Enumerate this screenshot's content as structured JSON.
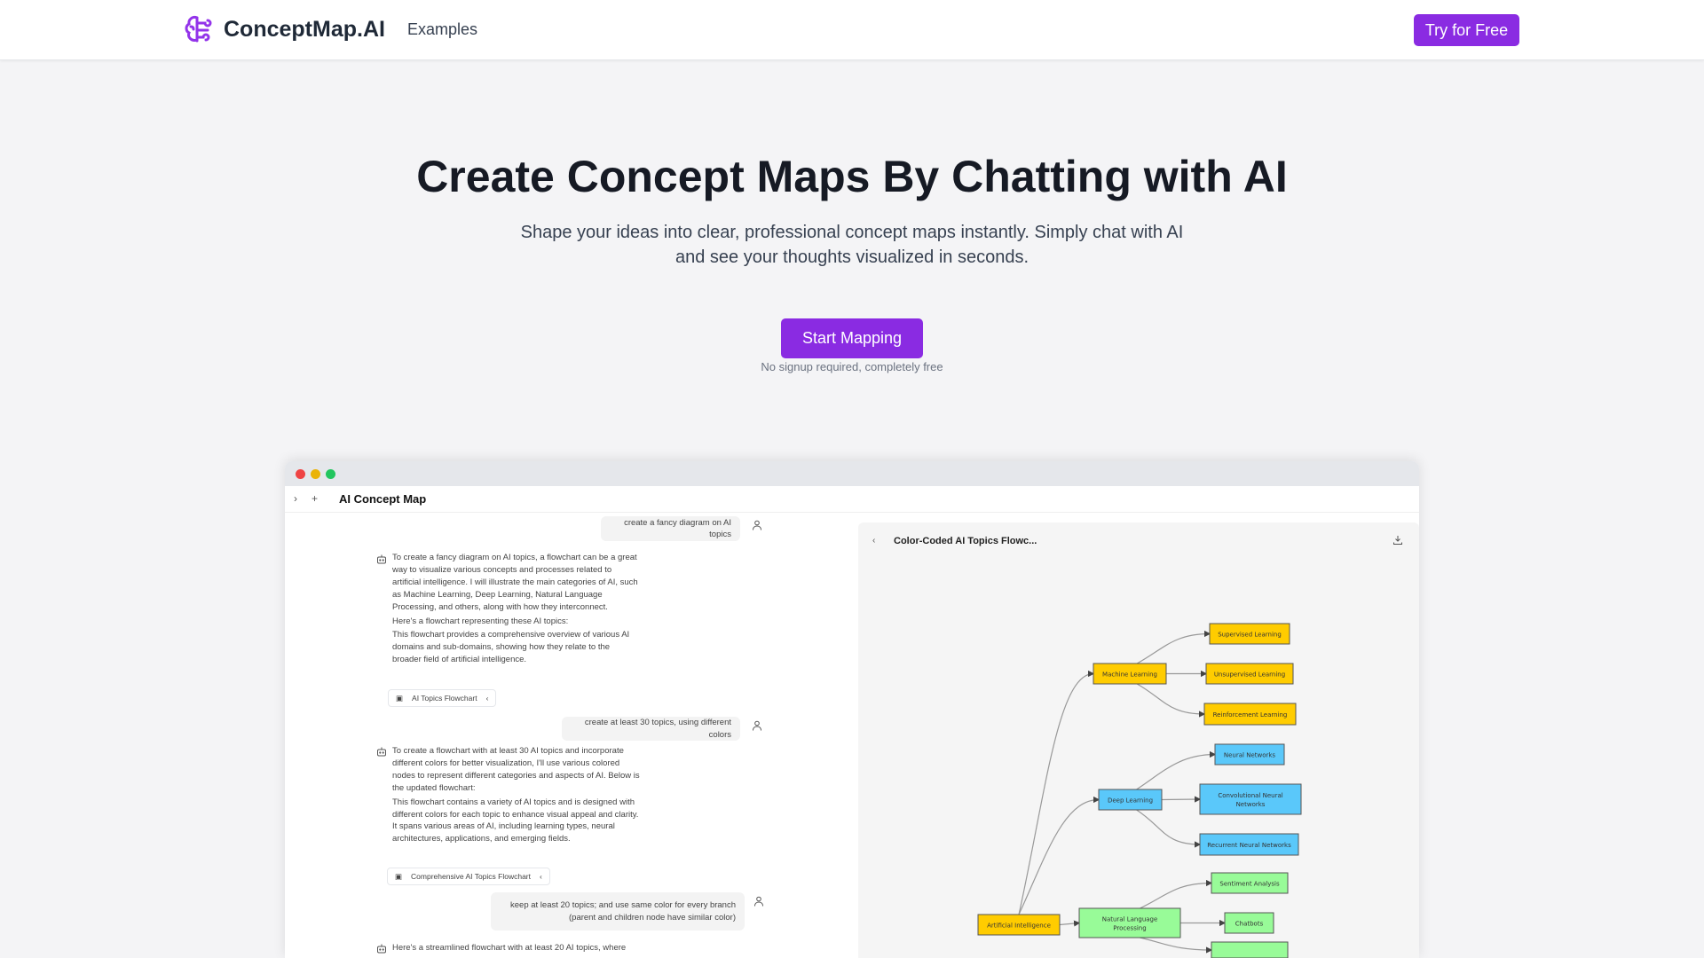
{
  "nav": {
    "brand": "ConceptMap.AI",
    "links": [
      "Examples"
    ],
    "cta": "Try for Free",
    "logo_icon": "brain-icon",
    "accent": "#8a2be2"
  },
  "hero": {
    "title": "Create Concept Maps By Chatting with AI",
    "subtitle_lines": [
      "Shape your ideas into clear, professional concept maps instantly. Simply chat with AI",
      "and see your thoughts visualized in seconds."
    ],
    "cta": "Start Mapping",
    "note": "No signup required, completely free"
  },
  "app": {
    "title": "AI Concept Map",
    "chat": [
      {
        "role": "user",
        "text": "create a fancy diagram on AI topics"
      },
      {
        "role": "bot",
        "paragraphs": [
          "To create a fancy diagram on AI topics, a flowchart can be a great way to visualize various concepts and processes related to artificial intelligence. I will illustrate the main categories of AI, such as Machine Learning, Deep Learning, Natural Language Processing, and others, along with how they interconnect.",
          "Here's a flowchart representing these AI topics:",
          "This flowchart provides a comprehensive overview of various AI domains and sub-domains, showing how they relate to the broader field of artificial intelligence."
        ],
        "chip": "AI Topics Flowchart"
      },
      {
        "role": "user",
        "text": "create at least 30 topics, using different colors"
      },
      {
        "role": "bot",
        "paragraphs": [
          "To create a flowchart with at least 30 AI topics and incorporate different colors for better visualization, I'll use various colored nodes to represent different categories and aspects of AI. Below is the updated flowchart:",
          "This flowchart contains a variety of AI topics and is designed with different colors for each topic to enhance visual appeal and clarity. It spans various areas of AI, including learning types, neural architectures, applications, and emerging fields."
        ],
        "chip": "Comprehensive AI Topics Flowchart"
      },
      {
        "role": "user",
        "text": "keep at least 20 topics; and use same color for every branch (parent and children node have similar color)"
      },
      {
        "role": "bot",
        "paragraphs": [
          "Here's a streamlined flowchart with at least 20 AI topics, where"
        ]
      }
    ],
    "panel_title": "Color-Coded AI Topics Flowc...",
    "diagram": {
      "colors": {
        "yellow": "#ffcc00",
        "blue": "#5ac8fa",
        "green": "#98fb98"
      },
      "nodes": [
        {
          "id": "ai",
          "label": "Artificial Intelligence",
          "color": "yellow"
        },
        {
          "id": "ml",
          "label": "Machine Learning",
          "color": "yellow"
        },
        {
          "id": "sl",
          "label": "Supervised Learning",
          "color": "yellow"
        },
        {
          "id": "ul",
          "label": "Unsupervised Learning",
          "color": "yellow"
        },
        {
          "id": "rl",
          "label": "Reinforcement Learning",
          "color": "yellow"
        },
        {
          "id": "dl",
          "label": "Deep Learning",
          "color": "blue"
        },
        {
          "id": "nn",
          "label": "Neural Networks",
          "color": "blue"
        },
        {
          "id": "cnn",
          "label": "Convolutional Neural Networks",
          "color": "blue"
        },
        {
          "id": "rnn",
          "label": "Recurrent Neural Networks",
          "color": "blue"
        },
        {
          "id": "nlp",
          "label": "Natural Language Processing",
          "color": "green"
        },
        {
          "id": "sa",
          "label": "Sentiment Analysis",
          "color": "green"
        },
        {
          "id": "cb",
          "label": "Chatbots",
          "color": "green"
        },
        {
          "id": "g3",
          "label": "",
          "color": "green"
        }
      ],
      "edges": [
        [
          "ai",
          "ml"
        ],
        [
          "ai",
          "dl"
        ],
        [
          "ai",
          "nlp"
        ],
        [
          "ml",
          "sl"
        ],
        [
          "ml",
          "ul"
        ],
        [
          "ml",
          "rl"
        ],
        [
          "dl",
          "nn"
        ],
        [
          "dl",
          "cnn"
        ],
        [
          "dl",
          "rnn"
        ],
        [
          "nlp",
          "sa"
        ],
        [
          "nlp",
          "cb"
        ],
        [
          "nlp",
          "g3"
        ]
      ]
    }
  }
}
